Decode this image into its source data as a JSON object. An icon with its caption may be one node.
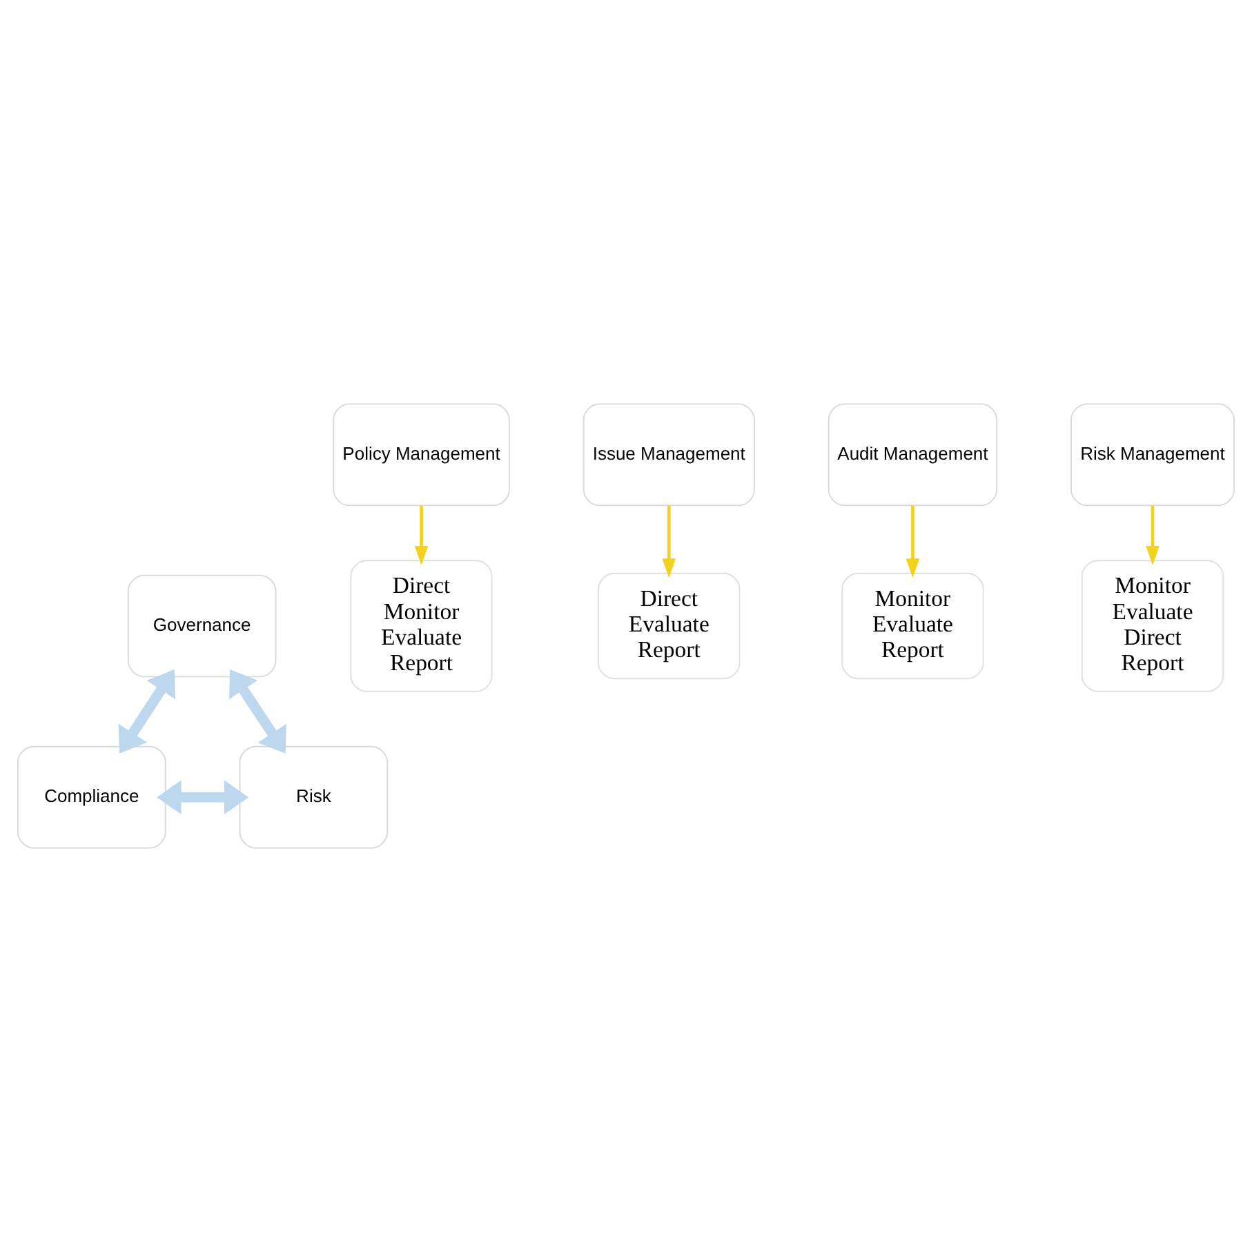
{
  "diagram": {
    "nodes": [
      {
        "text": [
          "Governance"
        ]
      },
      {
        "text": [
          "Policy Management"
        ]
      },
      {
        "text": [
          "Issue Management"
        ]
      },
      {
        "text": [
          "Audit Management"
        ]
      },
      {
        "text": [
          "Risk Management"
        ]
      },
      {
        "text": [
          "Compliance"
        ]
      },
      {
        "text": [
          "Risk"
        ]
      },
      {
        "text": [
          "Direct Monitor Evaluate Report"
        ]
      },
      {
        "text": [
          "Direct Evaluate Report"
        ]
      },
      {
        "text": [
          "Monitor Evaluate Report"
        ]
      },
      {
        "text": [
          "Monitor Evaluate Direct Report"
        ]
      }
    ],
    "edges": [
      {
        "from": 0,
        "to": 5,
        "arrow": "both",
        "style": "thick",
        "color": "#bdd7ee"
      },
      {
        "from": 0,
        "to": 6,
        "arrow": "both",
        "style": "thick",
        "color": "#bdd7ee"
      },
      {
        "from": 5,
        "to": 6,
        "arrow": "both",
        "style": "thick",
        "color": "#bdd7ee"
      },
      {
        "from": 1,
        "to": 7,
        "arrow": "to"
      },
      {
        "from": 2,
        "to": 8,
        "arrow": "to"
      },
      {
        "from": 3,
        "to": 9,
        "arrow": "to"
      },
      {
        "from": 4,
        "to": 10,
        "arrow": "to"
      }
    ]
  }
}
